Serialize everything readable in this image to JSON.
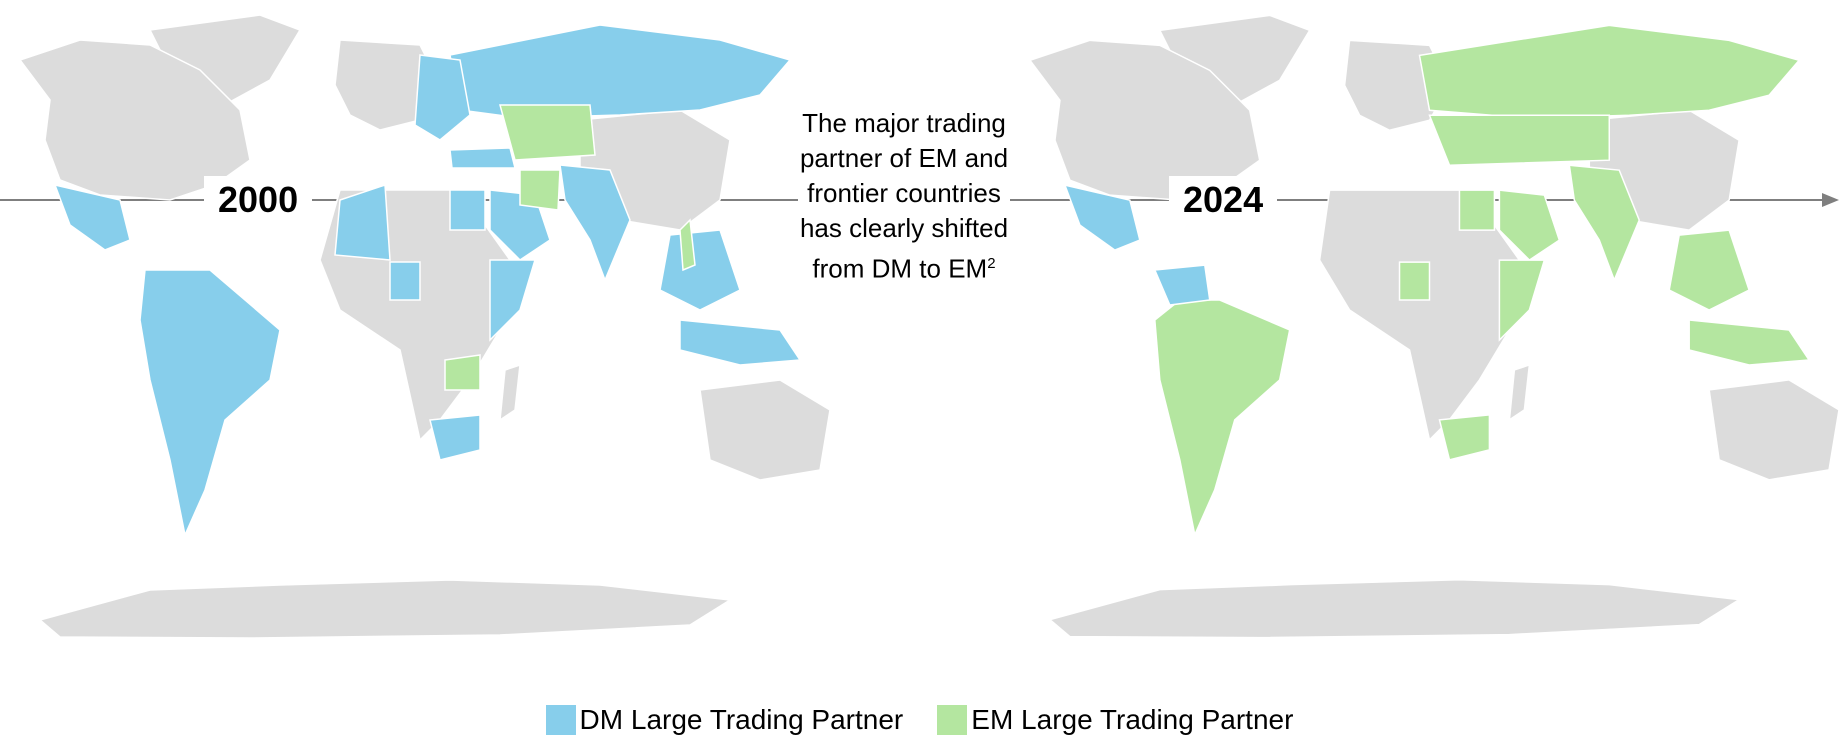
{
  "panels": [
    {
      "year": "2000",
      "scheme": "dm"
    },
    {
      "year": "2024",
      "scheme": "em"
    }
  ],
  "caption": {
    "text": "The major trading partner of EM and frontier countries has clearly shifted from DM to EM",
    "superscript": "2"
  },
  "legend": [
    {
      "label": "DM Large Trading Partner",
      "color": "#87ceeb"
    },
    {
      "label": "EM Large Trading Partner",
      "color": "#b4e6a0"
    }
  ],
  "colors": {
    "land": "#dcdcdc",
    "dm": "#87ceeb",
    "em": "#b4e6a0",
    "timeline": "#7f7f7f"
  }
}
